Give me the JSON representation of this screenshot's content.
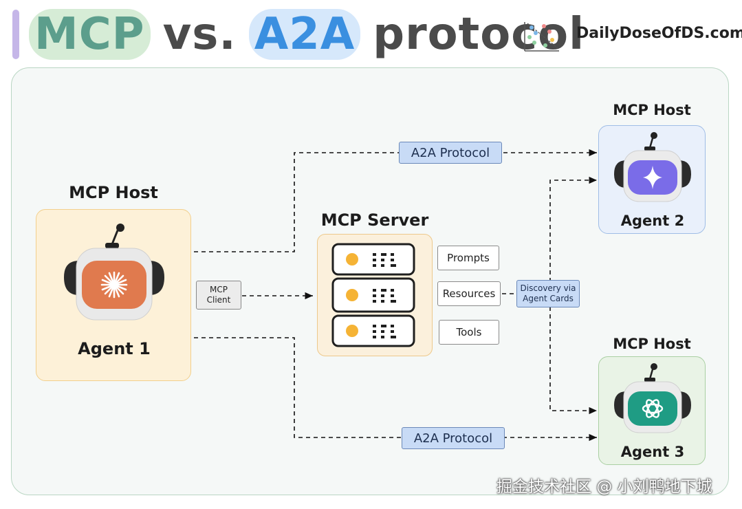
{
  "header": {
    "title_mcp": "MCP",
    "title_vs": "vs.",
    "title_a2a": "A2A",
    "title_protocol": "protocol",
    "brand": "DailyDoseOfDS.com",
    "brand_icon": "scatter-chart-icon"
  },
  "agents": [
    {
      "host_label": "MCP Host",
      "name": "Agent 1",
      "icon": "spark-burst-icon",
      "face_color": "#e07a4e"
    },
    {
      "host_label": "MCP Host",
      "name": "Agent 2",
      "icon": "sparkle-star-icon",
      "face_color": "#7a6ce8"
    },
    {
      "host_label": "MCP Host",
      "name": "Agent 3",
      "icon": "openai-knot-icon",
      "face_color": "#1f9c84"
    }
  ],
  "server": {
    "label": "MCP Server",
    "capabilities": [
      "Prompts",
      "Resources",
      "Tools"
    ]
  },
  "connectors": {
    "mcp_client": [
      "MCP",
      "Client"
    ],
    "a2a_top": "A2A Protocol",
    "a2a_bottom": "A2A Protocol",
    "discovery": [
      "Discovery via",
      "Agent Cards"
    ]
  },
  "colors": {
    "agent1_bg": "#fdf1d8",
    "agent1_border": "#f2cf8c",
    "agent2_bg": "#e9f0fb",
    "agent2_border": "#9fbde6",
    "agent3_bg": "#e9f3e6",
    "agent3_border": "#a9cfa2",
    "server_bg": "#fbf0dc",
    "server_border": "#edc88a",
    "a2a_pill": "#c8dbf6"
  },
  "watermark": "掘金技术社区 @ 小刘鸭地下城"
}
